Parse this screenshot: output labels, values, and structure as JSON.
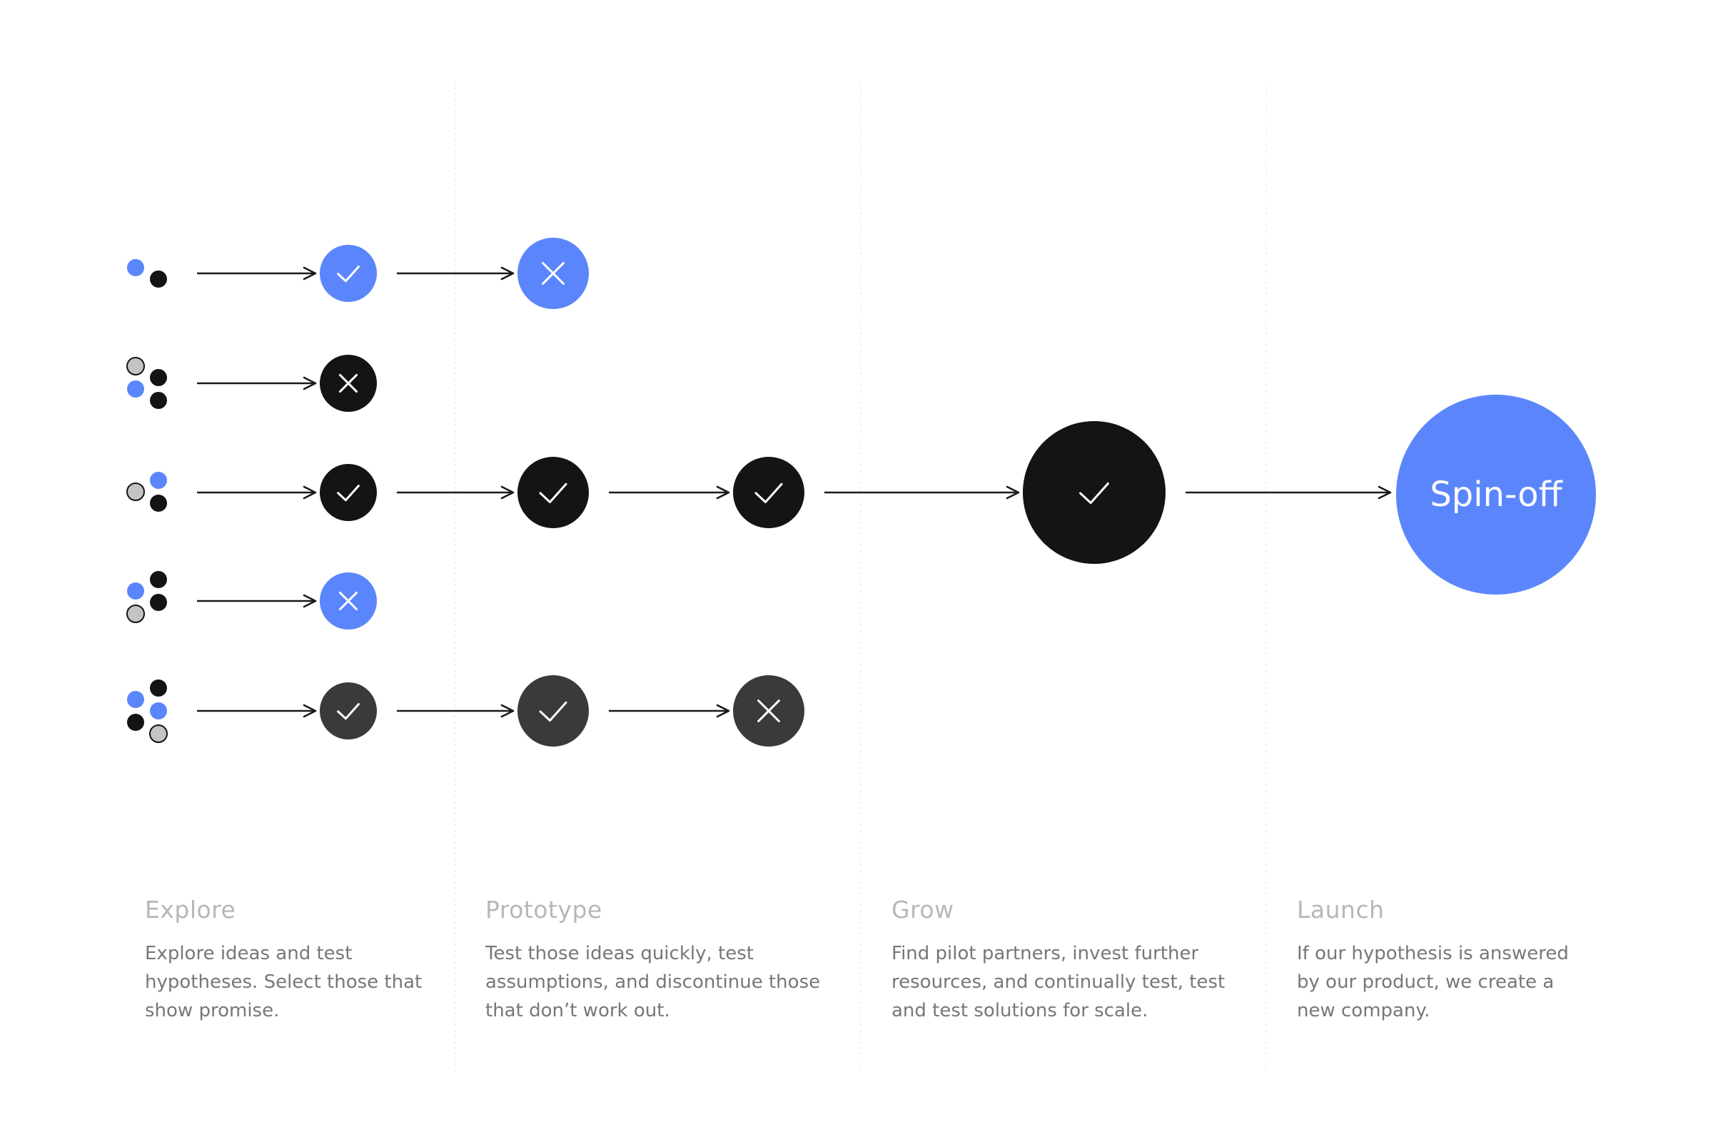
{
  "colors": {
    "blue": "#5b86fb",
    "black": "#141416",
    "dark_gray": "#3a3a3d",
    "light_gray": "#c4c4c6",
    "arrow": "#1a1a1a",
    "divider": "#ececec"
  },
  "stages": [
    {
      "title": "Explore",
      "description": "Explore ideas and test hypotheses. Select those that show promise."
    },
    {
      "title": "Prototype",
      "description": "Test those ideas quickly, test assumptions, and discontinue those that don’t work out."
    },
    {
      "title": "Grow",
      "description": "Find pilot partners, invest further resources, and continually test, test and test solutions for scale."
    },
    {
      "title": "Launch",
      "description": "If our hypothesis is answered by our product, we create a new company."
    }
  ],
  "rows": [
    {
      "ideas": [
        "blue",
        "black"
      ],
      "results": [
        {
          "state": "check",
          "color": "blue"
        },
        {
          "state": "cross",
          "color": "blue"
        }
      ]
    },
    {
      "ideas": [
        "light_gray",
        "blue",
        "black",
        "black"
      ],
      "results": [
        {
          "state": "cross",
          "color": "black"
        }
      ]
    },
    {
      "ideas": [
        "blue",
        "light_gray",
        "black"
      ],
      "results": [
        {
          "state": "check",
          "color": "black"
        },
        {
          "state": "check",
          "color": "black"
        },
        {
          "state": "check",
          "color": "black"
        },
        {
          "state": "check",
          "color": "black"
        }
      ]
    },
    {
      "ideas": [
        "black",
        "blue",
        "black",
        "light_gray"
      ],
      "results": [
        {
          "state": "cross",
          "color": "blue"
        }
      ]
    },
    {
      "ideas": [
        "black",
        "blue",
        "blue",
        "black",
        "light_gray"
      ],
      "results": [
        {
          "state": "check",
          "color": "dark_gray"
        },
        {
          "state": "check",
          "color": "dark_gray"
        },
        {
          "state": "cross",
          "color": "dark_gray"
        }
      ]
    }
  ],
  "outcome": {
    "label": "Spin-off",
    "color": "blue"
  },
  "icons": {
    "check": "check-icon",
    "cross": "cross-icon"
  }
}
